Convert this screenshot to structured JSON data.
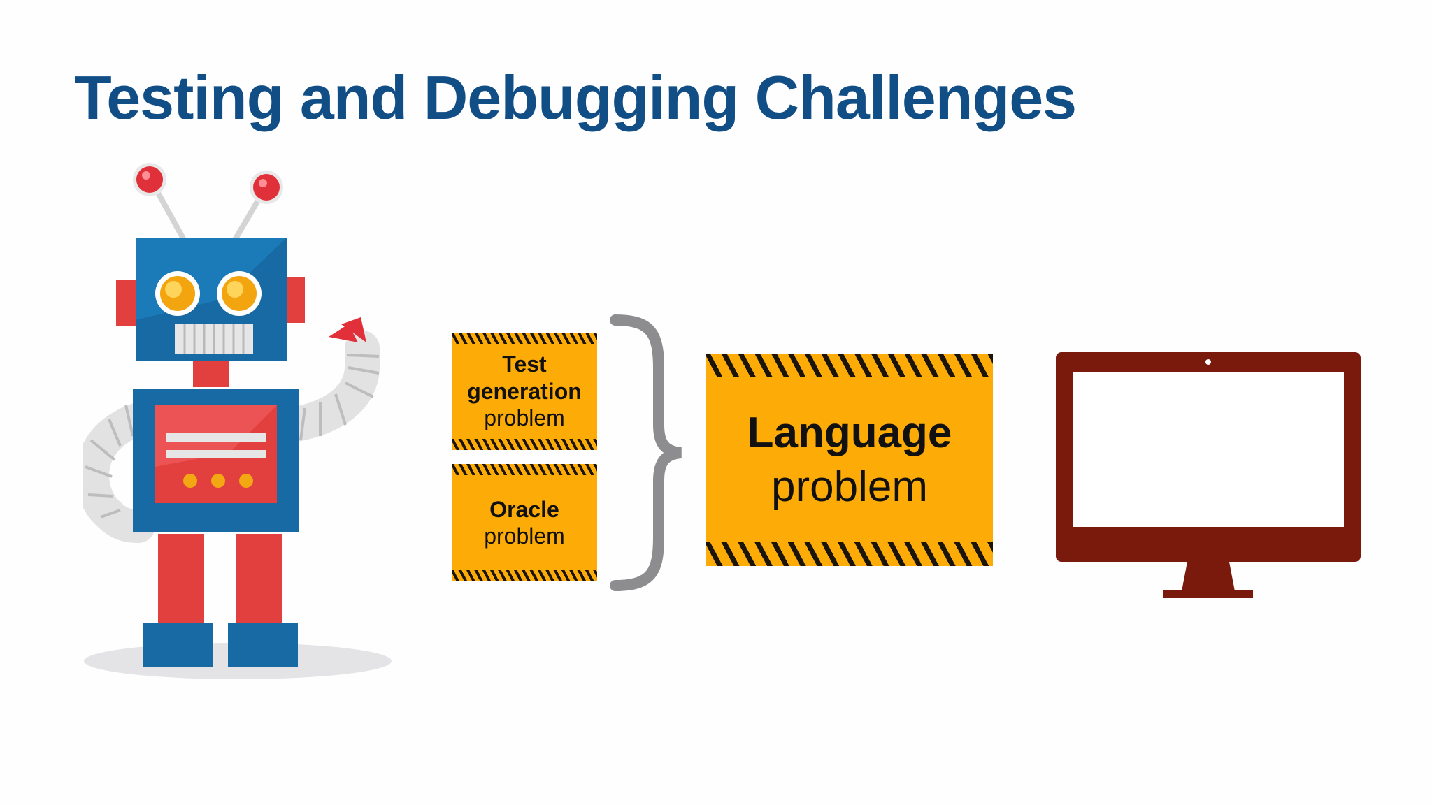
{
  "slide": {
    "title": "Testing and Debugging Challenges"
  },
  "diagram": {
    "left_boxes": [
      {
        "line1": "Test",
        "line2": "generation",
        "line3": "problem"
      },
      {
        "line1": "Oracle",
        "line2": "problem"
      }
    ],
    "result_box": {
      "line1": "Language",
      "line2": "problem"
    },
    "connector": "curly-brace",
    "target_icon": "computer-monitor-icon",
    "illustration": "robot-icon"
  },
  "colors": {
    "title": "#124e86",
    "warning_fill": "#fdab06",
    "warning_stripe": "#1b1408",
    "brace": "#8d8d8f",
    "monitor": "#7a1a0c"
  }
}
